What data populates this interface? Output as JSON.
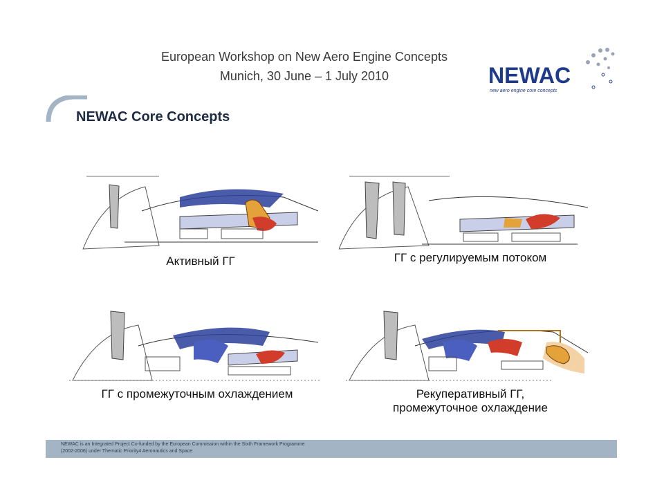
{
  "header": {
    "line1": "European Workshop on New Aero Engine Concepts",
    "line2": "Munich, 30 June – 1 July 2010"
  },
  "logo": {
    "name": "NEWAC",
    "tagline": "new aero engine core concepts",
    "icon": "newac-logo-icon"
  },
  "slide": {
    "title": "NEWAC Core Concepts"
  },
  "panels": [
    {
      "caption": "Активный ГГ"
    },
    {
      "caption": "ГГ с регулируемым потоком"
    },
    {
      "caption": "ГГ с промежуточным охлаждением"
    },
    {
      "caption_line1": "Рекуперативный ГГ,",
      "caption_line2": "промежуточное охлаждение"
    }
  ],
  "footer": {
    "line1": "NEWAC is an Integrated Project Co-funded by the European Commission within the Sixth Framework Programme",
    "line2": "(2002-2006) under Thematic Priority4 Aeronautics and Space"
  },
  "colors": {
    "accent": "#1e2b45",
    "footer_bg": "#a3b4c4",
    "engine_blue": "#2a3f9a",
    "hot_red": "#d23c2a",
    "duct_orange": "#e3a23a"
  }
}
